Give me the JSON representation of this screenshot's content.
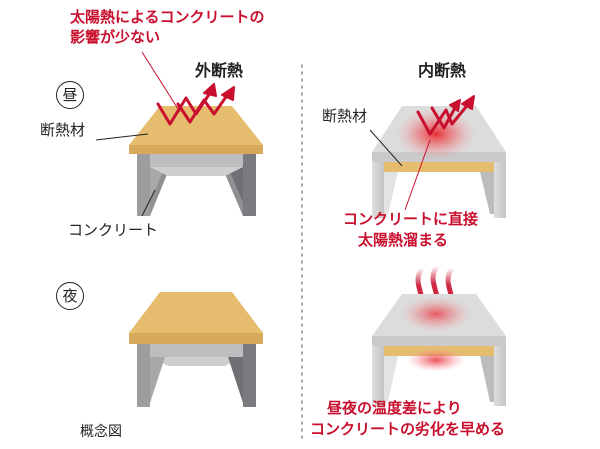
{
  "left": {
    "warning": [
      "太陽熱によるコンクリートの",
      "影響が少ない"
    ],
    "method": "外断熱",
    "day": "昼",
    "night": "夜",
    "insulation": "断熱材",
    "concrete": "コンクリート",
    "caption": "概念図"
  },
  "right": {
    "method": "内断熱",
    "insulation": "断熱材",
    "note1": [
      "コンクリートに直接",
      "太陽熱溜まる"
    ],
    "note2": [
      "昼夜の温度差により",
      "コンクリートの劣化を早める"
    ]
  },
  "colors": {
    "red": "#c8102e",
    "insulation": "#e6bd6f",
    "concrete": "#8f9092",
    "concrete_right": "#d4d4d4"
  }
}
